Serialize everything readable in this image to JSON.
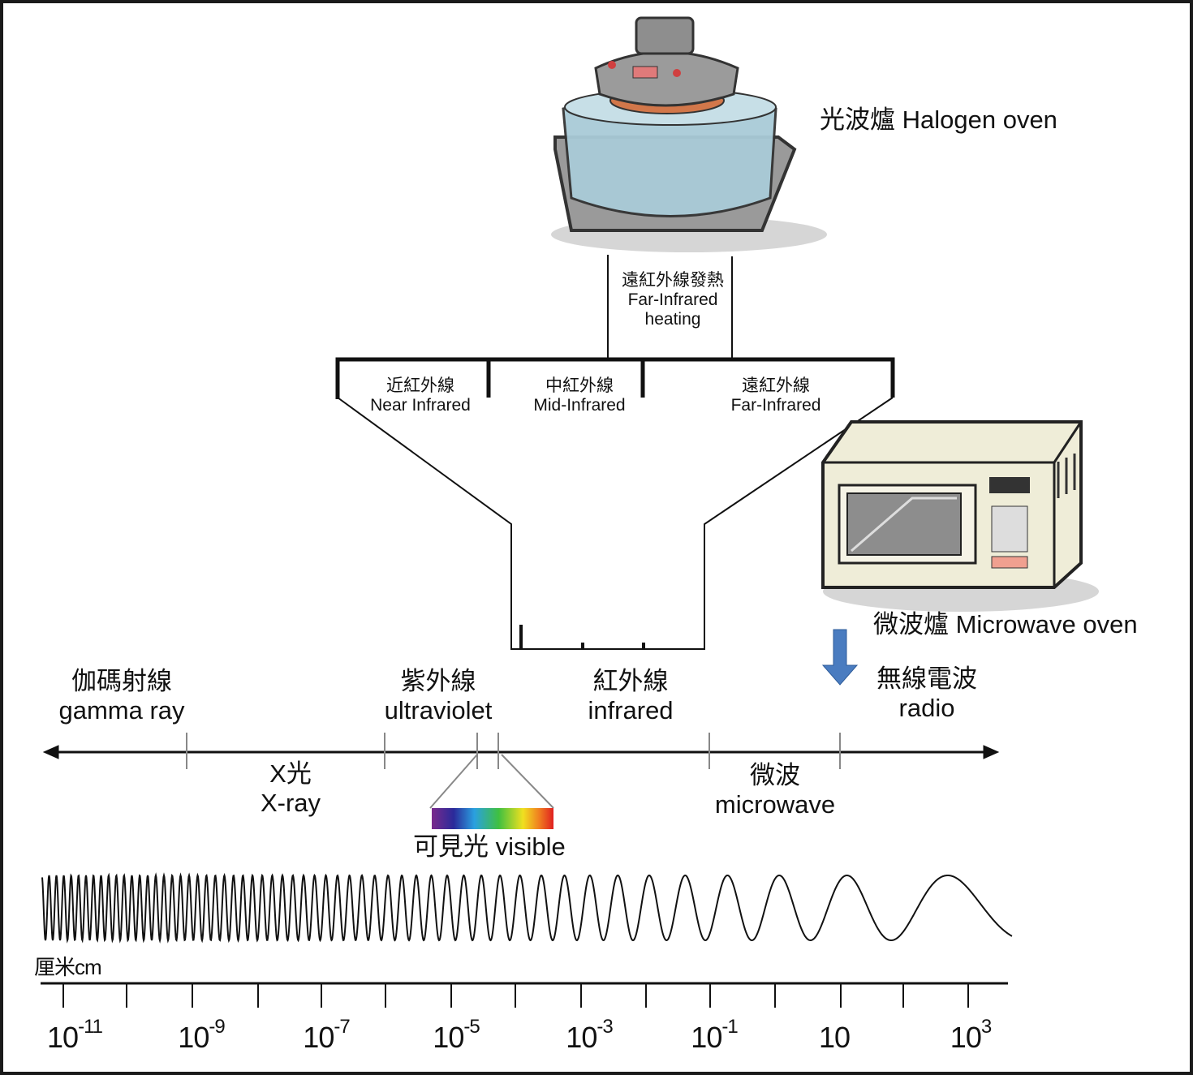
{
  "halogen_oven": {
    "label": "光波爐 Halogen oven"
  },
  "far_ir_heating": {
    "zh": "遠紅外線發熱",
    "en_line1": "Far-Infrared",
    "en_line2": "heating"
  },
  "infrared_bands": [
    {
      "zh": "近紅外線",
      "en": "Near Infrared"
    },
    {
      "zh": "中紅外線",
      "en": "Mid-Infrared"
    },
    {
      "zh": "遠紅外線",
      "en": "Far-Infrared"
    }
  ],
  "microwave_oven": {
    "label": "微波爐 Microwave oven"
  },
  "spectrum_upper": [
    {
      "zh": "伽碼射線",
      "en": "gamma ray"
    },
    {
      "zh": "紫外線",
      "en": "ultraviolet"
    },
    {
      "zh": "紅外線",
      "en": "infrared"
    },
    {
      "zh": "無線電波",
      "en": "radio"
    }
  ],
  "spectrum_lower": [
    {
      "zh": "X光",
      "en": "X-ray"
    },
    {
      "zh": "微波",
      "en": "microwave"
    }
  ],
  "visible": {
    "label": "可見光 visible"
  },
  "scale": {
    "unit": "厘米cm",
    "ticks": [
      {
        "base": "10",
        "exp": "-11"
      },
      {
        "base": "10",
        "exp": "-9"
      },
      {
        "base": "10",
        "exp": "-7"
      },
      {
        "base": "10",
        "exp": "-5"
      },
      {
        "base": "10",
        "exp": "-3"
      },
      {
        "base": "10",
        "exp": "-1"
      },
      {
        "base": "10",
        "exp": ""
      },
      {
        "base": "10",
        "exp": "3"
      }
    ]
  },
  "colors": {
    "arrow": "#4a7cc0",
    "frame": "#1a1a1a"
  }
}
